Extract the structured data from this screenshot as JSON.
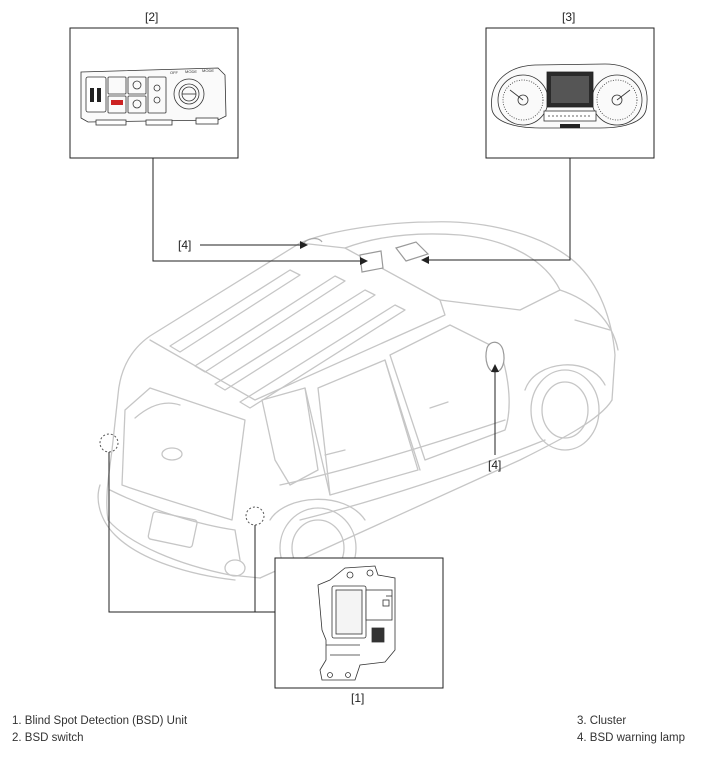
{
  "callouts": {
    "c1": "[1]",
    "c2": "[2]",
    "c3": "[3]",
    "c4_left": "[4]",
    "c4_right": "[4]"
  },
  "switch_panel": {
    "labels": [
      "OFF",
      "MODE",
      "MODE"
    ]
  },
  "legend": {
    "left": [
      "1. Blind Spot Detection (BSD) Unit",
      "2. BSD switch"
    ],
    "right": [
      "3. Cluster",
      "4. BSD warning lamp"
    ]
  },
  "colors": {
    "line": "#222222",
    "vehicle_outline": "#c8c8c8",
    "sensor_dash": "#555555",
    "accent_red": "#cc2222"
  }
}
